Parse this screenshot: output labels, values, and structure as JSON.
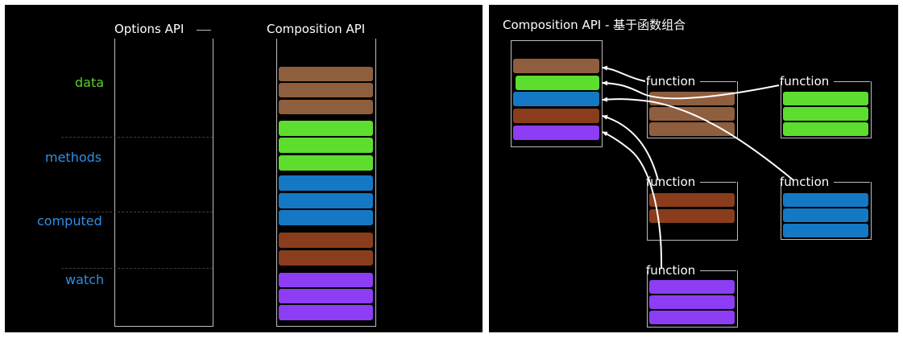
{
  "colors": {
    "data": "#8f5e3e",
    "methods_green": "#5dde2f",
    "computed_blue": "#1578c5",
    "watch_rust": "#8a3d1c",
    "watch_purple": "#8d3df3",
    "label_green": "#5ccf2b",
    "label_blue": "#2f8fe6"
  },
  "left_panel": {
    "options_title": "Options API",
    "composition_title": "Composition API",
    "sections": [
      {
        "key": "data",
        "label": "data"
      },
      {
        "key": "methods",
        "label": "methods"
      },
      {
        "key": "computed",
        "label": "computed"
      },
      {
        "key": "watch",
        "label": "watch"
      }
    ]
  },
  "right_panel": {
    "title": "Composition API - 基于函数组合",
    "function_label": "function",
    "function_boxes": [
      {
        "label": "function",
        "color": "data",
        "rows": 3
      },
      {
        "label": "function",
        "color": "methods_green",
        "rows": 3
      },
      {
        "label": "function",
        "color": "watch_rust",
        "rows": 2
      },
      {
        "label": "function",
        "color": "computed_blue",
        "rows": 3
      },
      {
        "label": "function",
        "color": "watch_purple",
        "rows": 3
      }
    ]
  }
}
